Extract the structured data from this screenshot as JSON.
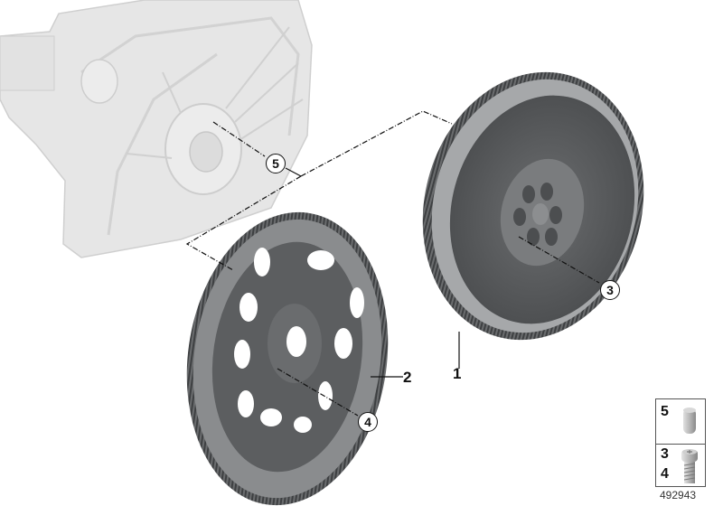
{
  "diagram": {
    "type": "exploded parts diagram",
    "subject": "Flywheel / flexplate assembly",
    "document_number": "492943",
    "colors": {
      "engine_ghost": "#e4e4e4",
      "part_dark": "#5f6163",
      "part_light": "#8d8f91",
      "leader": "#111111"
    },
    "callouts": [
      {
        "id": "5",
        "style": "circled",
        "target": "dowel pin on crankshaft flange"
      },
      {
        "id": "2",
        "style": "plain",
        "target": "flexplate (automatic)"
      },
      {
        "id": "1",
        "style": "plain",
        "target": "dual-mass flywheel"
      },
      {
        "id": "3",
        "style": "circled",
        "target": "flywheel bolt"
      },
      {
        "id": "4",
        "style": "circled",
        "target": "flexplate bolt"
      }
    ],
    "legend": {
      "rows": [
        {
          "numbers": [
            "5"
          ],
          "icon": "dowel-pin"
        },
        {
          "numbers": [
            "3",
            "4"
          ],
          "icon": "torx-bolt"
        }
      ]
    }
  }
}
